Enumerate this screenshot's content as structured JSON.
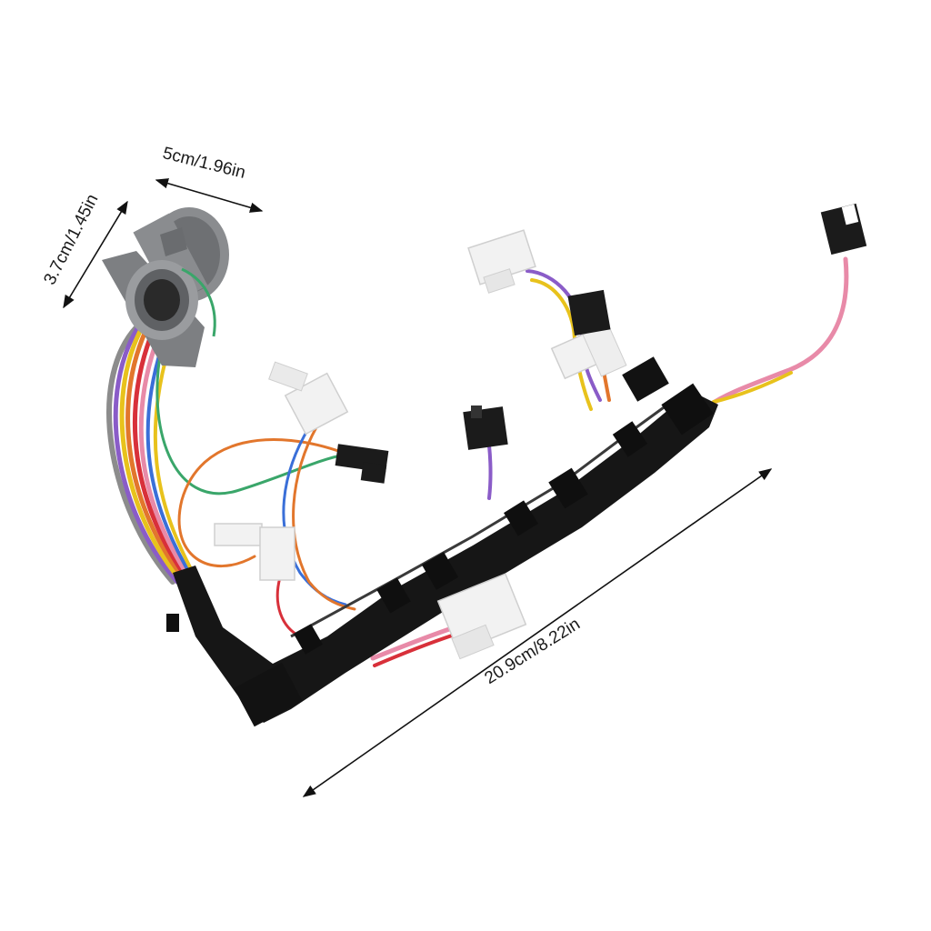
{
  "image": {
    "subject": "transmission wire harness",
    "background": "#ffffff"
  },
  "dimensions": {
    "width_label": "5cm/1.96in",
    "height_label": "3.7cm/1.45in",
    "length_label": "20.9cm/8.22in"
  },
  "colors": {
    "housing_black": "#161616",
    "connector_grey": "#8a8c8f",
    "connector_white": "#f2f2f2",
    "wire_red": "#d8303a",
    "wire_orange": "#e2762c",
    "wire_yellow": "#e8c21c",
    "wire_green": "#3aa66a",
    "wire_blue": "#3a6fd8",
    "wire_purple": "#8a5cc8",
    "wire_pink": "#e88aa8",
    "wire_grey": "#8c8c8c"
  }
}
